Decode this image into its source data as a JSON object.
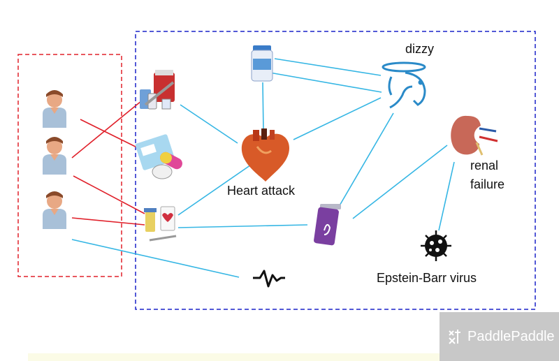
{
  "labels": {
    "dizzy": "dizzy",
    "heart_attack": "Heart attack",
    "renal_failure": "renal\nfailure",
    "ebv": "Epstein-Barr virus"
  },
  "watermark": {
    "text": "PaddlePaddle",
    "color": "#c8c8c8"
  },
  "colors": {
    "patient_box_border": "#e0202a",
    "graph_box_border": "#1a22c8",
    "patient_edge": "#e0202a",
    "graph_edge": "#35b6e4",
    "accent_purple": "#7a3fa0"
  },
  "nodes": {
    "patients": [
      "patient-1",
      "patient-2",
      "patient-3"
    ],
    "treatments": [
      "injection-kit",
      "medical-record",
      "iv-drug-kit"
    ],
    "entities": [
      "medicine-bottle",
      "dizzy-head",
      "heart",
      "kidney",
      "pill-bottle",
      "virus",
      "ecg-signal"
    ]
  }
}
